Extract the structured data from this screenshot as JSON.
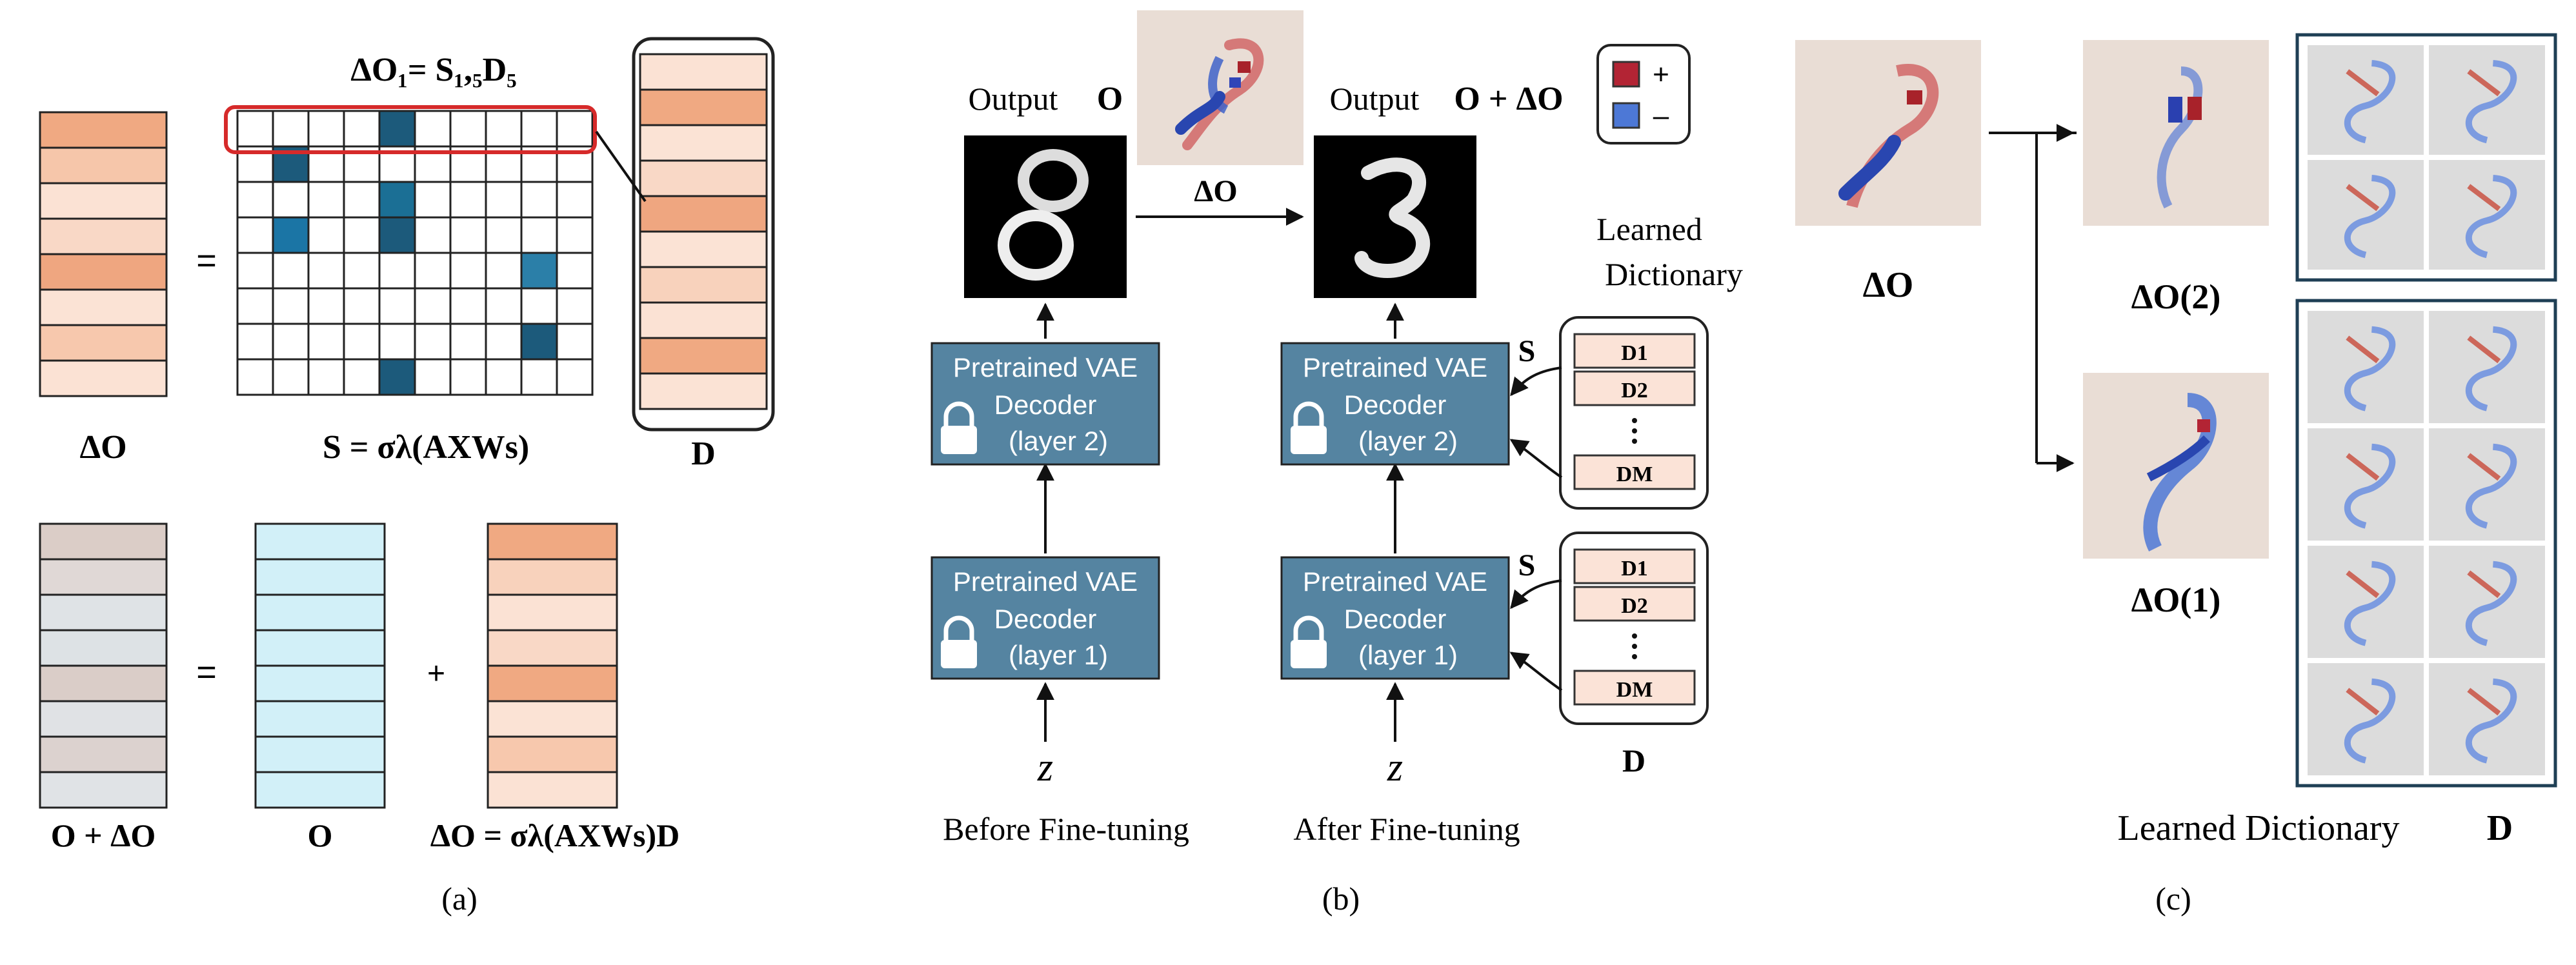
{
  "panel_a": {
    "delta_o1_eq": "ΔO₁= S₁,₅D₅",
    "equals_sign": "=",
    "plus_sign": "+",
    "label_delta_o": "ΔO",
    "label_s_eq": "S = σλ(AXWs)",
    "label_d": "D",
    "label_o_plus": "O + ΔO",
    "label_o": "O",
    "label_delta_formula": "ΔO = σλ(AXWs)D",
    "caption": "(a)"
  },
  "panel_b": {
    "output_left": "Output",
    "o_symbol": "O",
    "output_right": "Output",
    "o_plus_symbol": "O + ΔO",
    "arrow_label": "ΔO",
    "legend_plus": "+",
    "legend_minus": "–",
    "learned_dictionary": [
      "Learned",
      "Dictionary"
    ],
    "block_line1": "Pretrained VAE",
    "block_line2": "Decoder",
    "layer2": "(layer 2)",
    "layer1": "(layer 1)",
    "s_label": "S",
    "dict_entries": [
      "D1",
      "D2",
      "DM"
    ],
    "dict_label": "D",
    "z_label": "z",
    "before": "Before Fine-tuning",
    "after": "After Fine-tuning",
    "caption": "(b)",
    "colors": {
      "block": "#5584a1",
      "dict_fill": "#fbe3d7",
      "plus": "#b32434",
      "minus": "#4d78d6"
    }
  },
  "panel_c": {
    "delta_o": "ΔO",
    "delta_o2": "ΔO(2)",
    "delta_o1": "ΔO(1)",
    "learned_dictionary": "Learned Dictionary",
    "dict_symbol": "D",
    "caption": "(c)"
  }
}
